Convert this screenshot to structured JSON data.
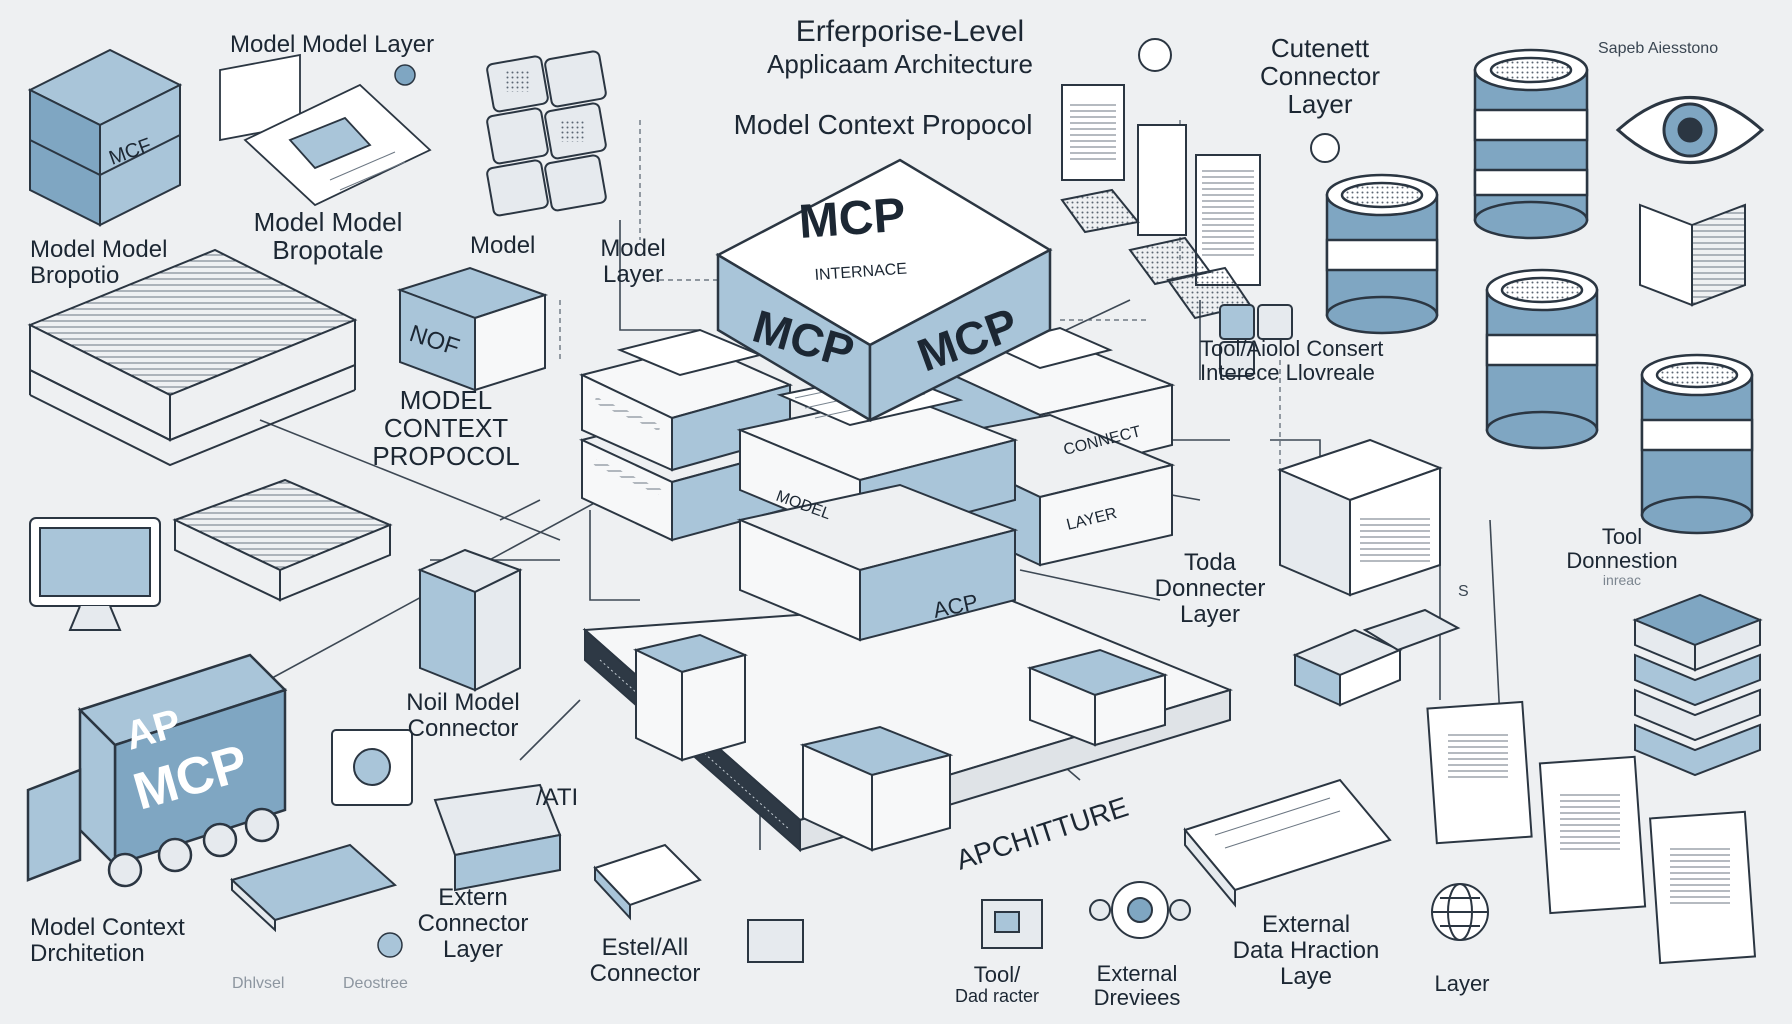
{
  "header": {
    "title_line1": "Erferporise-Level",
    "title_line2": "Applicaam Architecture",
    "subtitle": "Model Context Propocol"
  },
  "center_stack": {
    "top_block_title": "MCP",
    "top_block_subtitle": "INTERNACE",
    "top_left_face": "MCP",
    "top_right_face": "MCP",
    "layer_model": "MODEL",
    "layer_layer": "LAYER",
    "layer_acp": "ACP",
    "layer_connect": "CONNECT",
    "platform_label": "APCHITTURE"
  },
  "left_column": {
    "model_model_layer": "Model Model Layer",
    "model_model_bropotale": [
      "Model   Model",
      "Bropotale"
    ],
    "model_model_bropotio": [
      "Model Model",
      "Bropotio"
    ],
    "model": "Model",
    "model_layer": [
      "Model",
      "Layer"
    ],
    "model_context_proposal": [
      "MODEL",
      "CONTEXT",
      "PROPOCOL"
    ],
    "cube_text": "MCF",
    "block_text": "NOF",
    "noil_model_connector": [
      "Noil  Model",
      "Connector"
    ],
    "truck_text_1": "AP",
    "truck_text_2": "MCP",
    "api": "/ATI",
    "model_context_orchitetion": [
      "Model Context",
      "Drchitetion"
    ],
    "extern_connector_layer": [
      "Extern",
      "Connector",
      "Layer"
    ],
    "bottom_faint_1": "Dhlvsel",
    "bottom_faint_2": "Deostree",
    "estel_connector": [
      "Estel/All",
      "Connector"
    ]
  },
  "right_column": {
    "cutenett_connector_layer": [
      "Cutenett",
      "Connector",
      "Layer"
    ],
    "corner_label": "Sapeb Aiesstono",
    "tool_aiolol": [
      "Tool/Aiolol Consert",
      "Interece        Llovreale"
    ],
    "toda_donnecter_layer": [
      "Toda",
      "Donnecter",
      "Layer"
    ],
    "tool_donnestion": [
      "Tool",
      "Donnestion"
    ],
    "tool_donnestion_small": "inreac",
    "small_s": "S",
    "external_data_hraction": [
      "External",
      "Data Hraction",
      "Laye"
    ],
    "layer": "Layer",
    "tool_dad": [
      "Tool/",
      "Dad racter"
    ],
    "external_dreviees": [
      "External",
      "Dreviees"
    ]
  },
  "colors": {
    "accent_blue": "#7fa6c2",
    "accent_blue_light": "#a9c5d9",
    "stroke": "#2b3642",
    "paper": "#f4f5f6",
    "platform_dark": "#2e3945"
  }
}
